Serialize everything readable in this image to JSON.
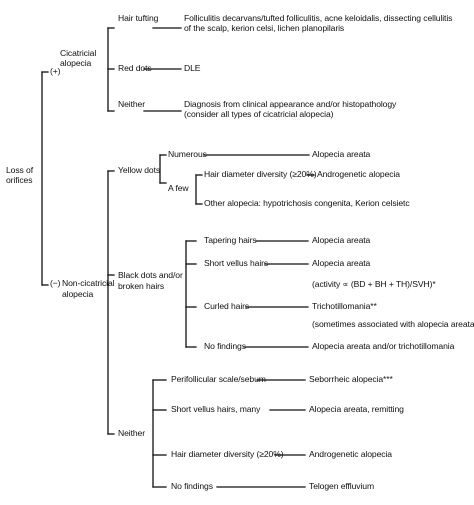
{
  "root": {
    "line1": "Loss of",
    "line2": "orifices"
  },
  "cicatricial": {
    "sign": "(+)",
    "line1": "Cicatricial",
    "line2": "alopecia",
    "hair_tufting": {
      "label": "Hair tufting",
      "result1": "Folliculitis decarvans/tufted folliculitis, acne keloidalis, dissecting cellulitis",
      "result2": "of the scalp, kerion celsi, lichen planopilaris"
    },
    "red_dots": {
      "label": "Red dots",
      "result": "DLE"
    },
    "neither": {
      "label": "Neither",
      "result1": "Diagnosis from clinical appearance and/or histopathology",
      "result2": "(consider all types of cicatricial alopecia)"
    }
  },
  "non_cicatricial": {
    "sign": "(−)",
    "line1": "Non-cicatricial",
    "line2": "alopecia",
    "yellow_dots": {
      "label": "Yellow dots",
      "numerous": {
        "label": "Numerous",
        "result": "Alopecia areata"
      },
      "a_few": {
        "label1": "A few",
        "hair_diameter": {
          "label": "Hair diameter diversity (≥20%)",
          "result": "Androgenetic alopecia"
        },
        "other": "Other alopecia: hypotrichosis congenita, Kerion celsietc"
      }
    },
    "black_dots": {
      "line1": "Black dots and/or",
      "line2": "broken hairs",
      "tapering": {
        "label": "Tapering hairs",
        "result": "Alopecia areata"
      },
      "short_vellus": {
        "label": "Short vellus hairs",
        "result1": "Alopecia areata",
        "result2": "(activity ∝ (BD + BH + TH)/SVH)*"
      },
      "curled": {
        "label": "Curled hairs",
        "result1": "Trichotillomania**",
        "result2": "(sometimes associated with alopecia areata)"
      },
      "no_findings": {
        "label": "No findings",
        "result": "Alopecia areata and/or trichotillomania"
      }
    },
    "neither": {
      "label": "Neither",
      "perifollicular": {
        "label": "Perifollicular scale/sebum",
        "result": "Seborrheic alopecia***"
      },
      "short_vellus_many": {
        "label": "Short vellus hairs, many",
        "result": "Alopecia areata, remitting"
      },
      "hair_diameter": {
        "label": "Hair diameter diversity (≥20%)",
        "result": "Androgenetic alopecia"
      },
      "no_findings": {
        "label": "No findings",
        "result": "Telogen effluvium"
      }
    }
  }
}
